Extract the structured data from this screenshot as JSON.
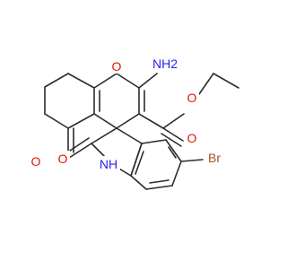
{
  "molecule": {
    "atoms": {
      "ring_oxygen": "O",
      "amino": "NH2",
      "ester_oxygen": "O",
      "carbonyl_oxygen_ester": "O",
      "ketone_oxygen": "O",
      "lactam_oxygen": "O",
      "lactam_nitrogen": "NH",
      "bromine": "Br"
    },
    "colors": {
      "bond": "#2b2b2b",
      "oxygen": "#e8120b",
      "nitrogen": "#2424ee",
      "bromine": "#a0521d"
    }
  }
}
